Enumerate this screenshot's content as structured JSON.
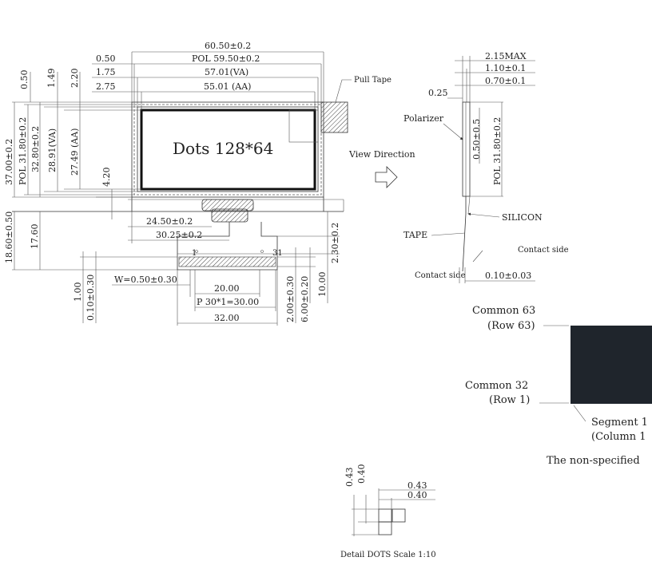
{
  "front_view": {
    "dims_top": [
      "60.50±0.2",
      "POL 59.50±0.2",
      "57.01(VA)",
      "55.01 (AA)"
    ],
    "dims_left_small": [
      "0.50",
      "1.75",
      "2.75"
    ],
    "dims_vertical_top": [
      "0.50",
      "1.49",
      "2.20"
    ],
    "dims_vertical_left": [
      "37.00±0.2",
      "POL 31.80±0.2",
      "32.80±0.2",
      "28.91(VA)",
      "27.49 (AA)",
      "4.20"
    ],
    "dims_lower_left": [
      "18.60±0.50",
      "17.60",
      "1.00",
      "0.10±0.30"
    ],
    "dims_bottom": [
      "24.50±0.2",
      "30.25±0.2",
      "W=0.50±0.30",
      "20.00",
      "P 30*1=30.00",
      "32.00"
    ],
    "dims_right": [
      "2.30±0.2",
      "2.00±0.30",
      "6.00±0.20",
      "10.00"
    ],
    "display_text": "Dots 128*64",
    "pull_tape": "Pull Tape",
    "pin_first": "1",
    "pin_last": "31"
  },
  "view_direction": "View Direction",
  "side_view": {
    "dims": [
      "2.15MAX",
      "1.10±0.1",
      "0.70±0.1",
      "0.25",
      "0.50±0.5",
      "POL 31.80±0.2",
      "0.10±0.03"
    ],
    "labels": {
      "polarizer": "Polarizer",
      "silicon": "SILICON",
      "tape": "TAPE",
      "contact_side_1": "Contact side",
      "contact_side_2": "Contact side"
    }
  },
  "pixel_map": {
    "common_63": "Common 63",
    "row_63": "(Row 63)",
    "common_32": "Common 32",
    "row_1": "(Row 1)",
    "segment": "Segment 1",
    "column": "(Column 1",
    "note": "The non-specified"
  },
  "detail": {
    "dims": [
      "0.43",
      "0.40",
      "0.43",
      "0.40"
    ],
    "caption": "Detail DOTS  Scale 1:10"
  },
  "colors": {
    "ink": "#222222",
    "block_fill": "#1f252c",
    "hatch": "#444444"
  }
}
